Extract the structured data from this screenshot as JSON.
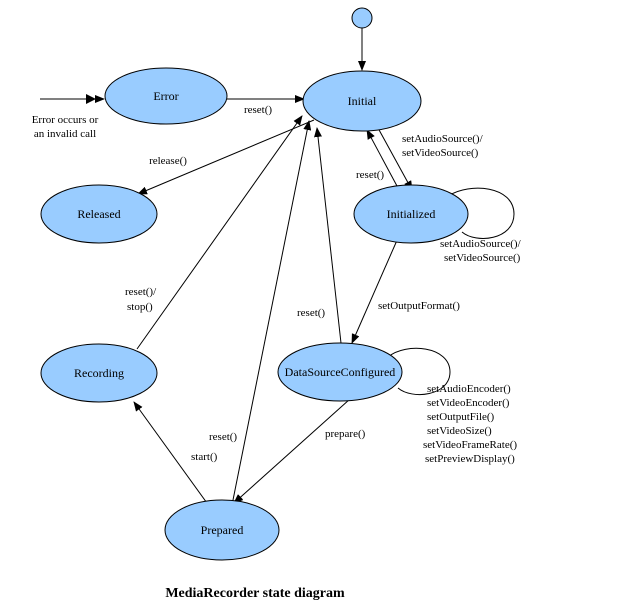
{
  "caption": "MediaRecorder state diagram",
  "states": {
    "error": "Error",
    "initial": "Initial",
    "released": "Released",
    "initialized": "Initialized",
    "recording": "Recording",
    "datasourceconfigured": "DataSourceConfigured",
    "prepared": "Prepared"
  },
  "transitions": {
    "error_note_1": "Error occurs or",
    "error_note_2": "an invalid call",
    "error_to_initial": "reset()",
    "initial_to_released": "release()",
    "initial_to_initialized_1": "setAudioSource()/",
    "initial_to_initialized_2": "setVideoSource()",
    "initialized_to_initial": "reset()",
    "initialized_self_1": "setAudioSource()/",
    "initialized_self_2": "setVideoSource()",
    "initialized_to_dsc": "setOutputFormat()",
    "dsc_to_initial": "reset()",
    "recording_to_initial_1": "reset()/",
    "recording_to_initial_2": "stop()",
    "dsc_self": [
      "setAudioEncoder()",
      "setVideoEncoder()",
      "setOutputFile()",
      "setVideoSize()",
      "setVideoFrameRate()",
      "setPreviewDisplay()"
    ],
    "dsc_to_prepared": "prepare()",
    "prepared_to_initial": "reset()",
    "prepared_to_recording": "start()"
  }
}
